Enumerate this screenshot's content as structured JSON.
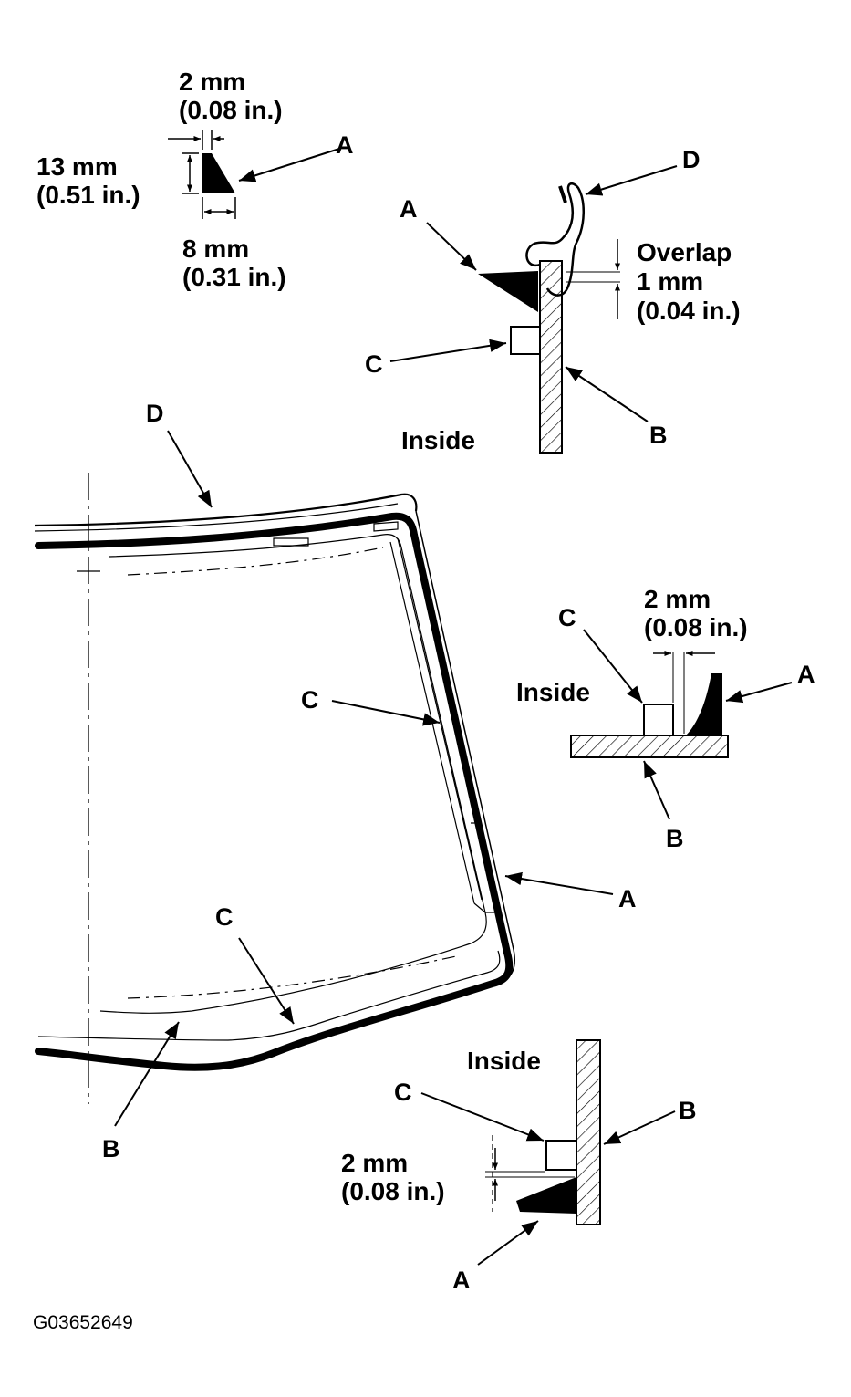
{
  "labels": {
    "a": "A",
    "b": "B",
    "c": "C",
    "d": "D",
    "inside": "Inside",
    "overlap": "Overlap",
    "dim_2mm": "2 mm",
    "dim_2mm_in": "(0.08 in.)",
    "dim_13mm": "13 mm",
    "dim_13mm_in": "(0.51 in.)",
    "dim_8mm": "8 mm",
    "dim_8mm_in": "(0.31 in.)",
    "dim_1mm": "1 mm",
    "dim_1mm_in": "(0.04 in.)"
  },
  "figure_id": "G03652649"
}
